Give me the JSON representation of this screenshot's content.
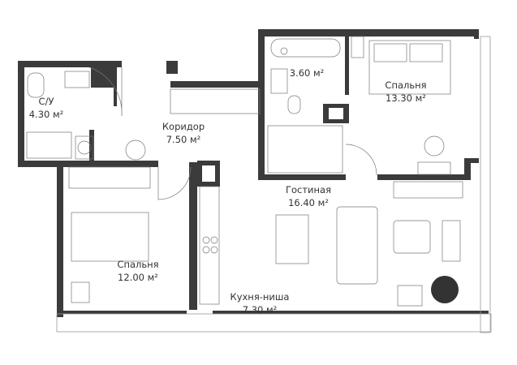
{
  "rooms": [
    {
      "name": "С/У",
      "area": "4.30 м²"
    },
    {
      "name": "Коридор",
      "area": "7.50 м²"
    },
    {
      "name": "",
      "area": "3.60 м²"
    },
    {
      "name": "Спальня",
      "area": "13.30 м²"
    },
    {
      "name": "Гостиная",
      "area": "16.40 м²"
    },
    {
      "name": "Спальня",
      "area": "12.00 м²"
    },
    {
      "name": "Кухня-ниша",
      "area": "7.30 м²"
    }
  ],
  "colors": {
    "wall": "#3b3b3b",
    "line": "#9a9a9a"
  }
}
